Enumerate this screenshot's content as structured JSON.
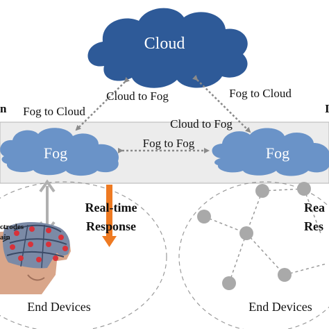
{
  "cloud": {
    "label": "Cloud"
  },
  "fog_left": {
    "label": "Fog"
  },
  "fog_right": {
    "label": "Fog"
  },
  "links": {
    "cloud_to_fog_left": "Cloud to Fog",
    "fog_to_cloud_left": "Fog to Cloud",
    "fog_to_cloud_right": "Fog to Cloud",
    "cloud_to_fog_right": "Cloud to Fog",
    "fog_to_fog": "Fog to Fog"
  },
  "response": {
    "line1": "Real-time",
    "line2": "Response"
  },
  "response_right": {
    "line1": "Rea",
    "line2": "Res"
  },
  "end_devices_left": "End Devices",
  "end_devices_right": "End Devices",
  "eeg_labels": {
    "electrodes": "ctrodes",
    "brain": "ain"
  },
  "edge_glyph_left": "n",
  "edge_glyph_right": "I",
  "colors": {
    "cloud_fill": "#2e5a98",
    "fog_fill": "#6a93c8",
    "band_fill": "#ececec",
    "arrow_gray": "#9a9a9a",
    "response_arrow": "#ee7a22",
    "node_fill": "#a9a9a9"
  }
}
